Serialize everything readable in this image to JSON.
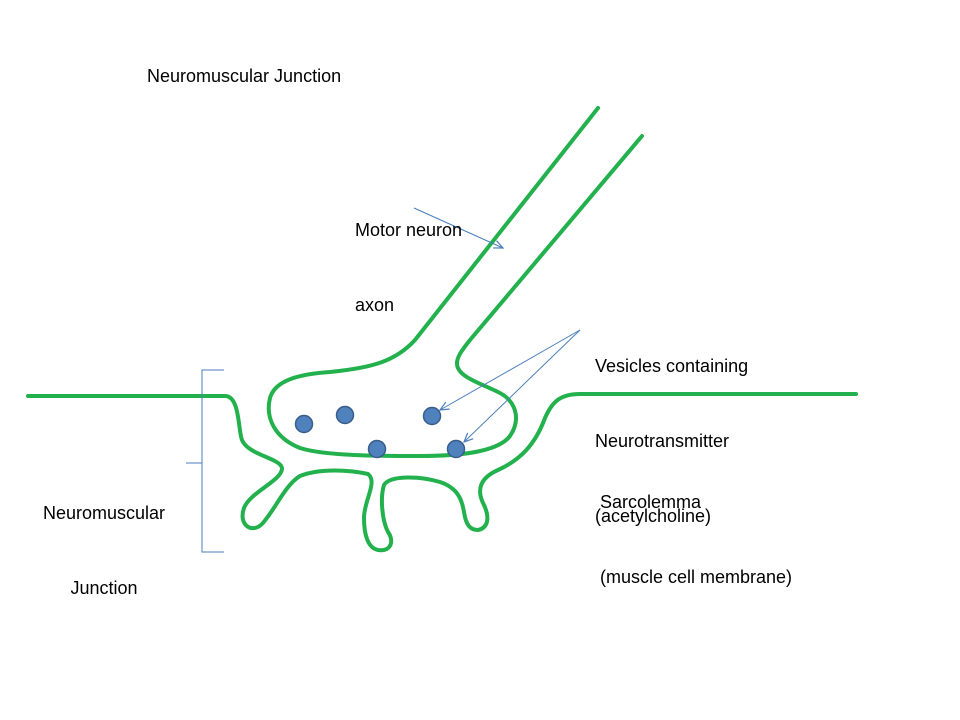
{
  "title": "Neuromuscular Junction",
  "labels": {
    "axon": [
      "Motor neuron",
      "axon"
    ],
    "vesicles": [
      "Vesicles containing",
      "Neurotransmitter",
      "(acetylcholine)"
    ],
    "sarcolemma": [
      "Sarcolemma",
      "(muscle cell membrane)"
    ],
    "junction": [
      "Neuromuscular",
      "Junction"
    ]
  },
  "colors": {
    "membrane": "#22b14c",
    "vesicle_fill": "#4f81bd",
    "vesicle_stroke": "#385d8a",
    "pointer": "#4a7ebb"
  }
}
